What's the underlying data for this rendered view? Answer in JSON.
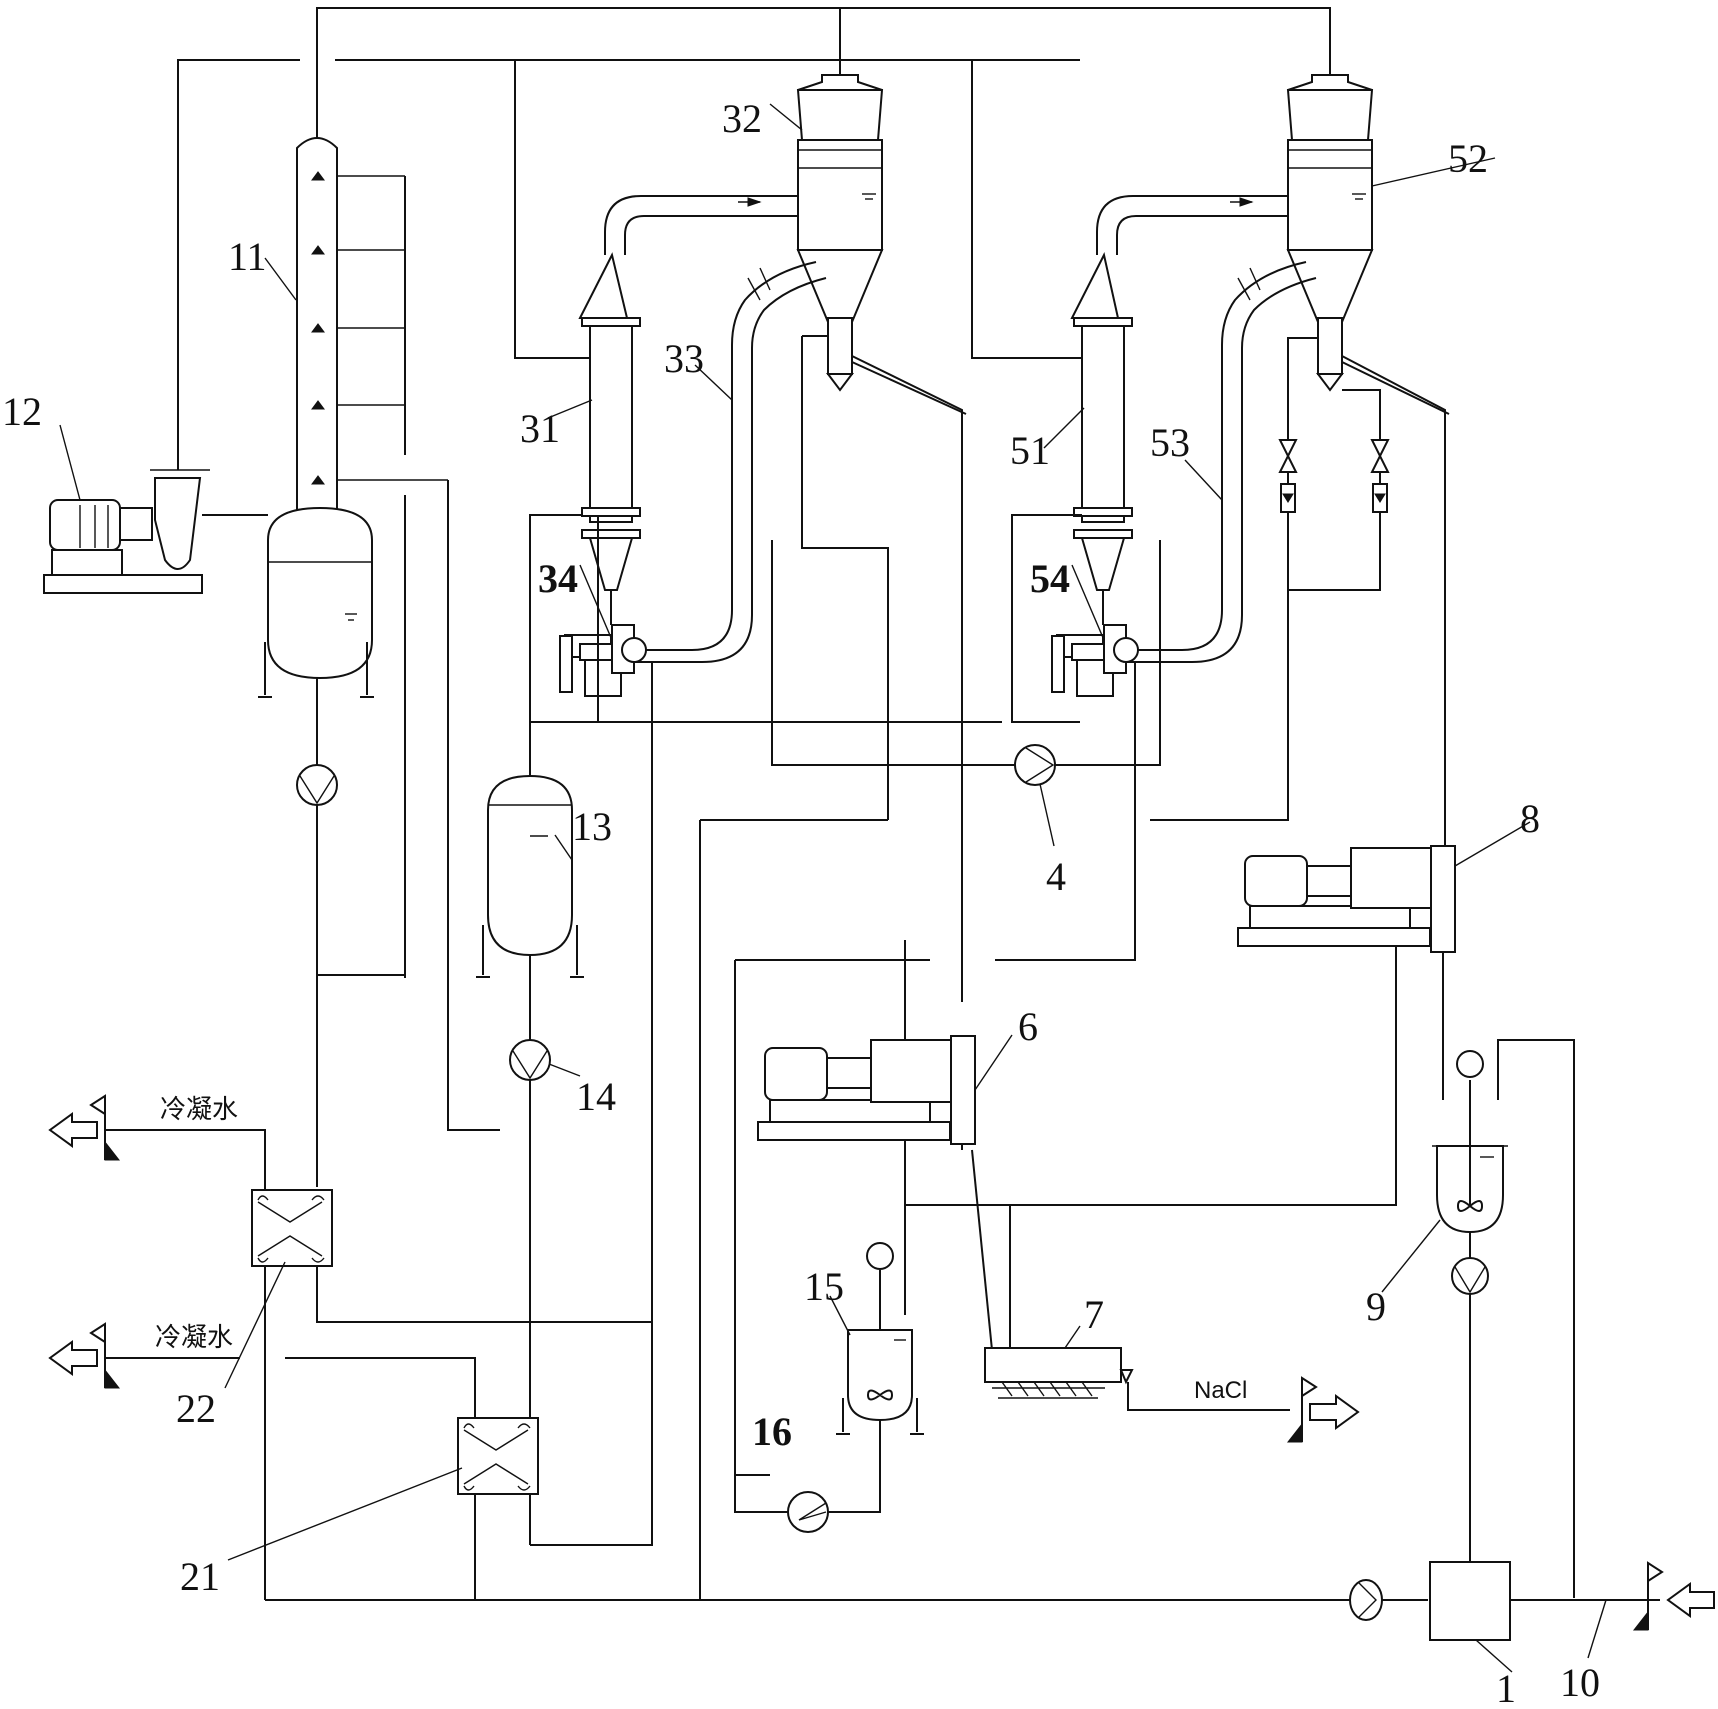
{
  "labels": {
    "l1": "1",
    "l4": "4",
    "l6": "6",
    "l7": "7",
    "l8": "8",
    "l9": "9",
    "l10": "10",
    "l11": "11",
    "l12": "12",
    "l13": "13",
    "l14": "14",
    "l15": "15",
    "l16": "16",
    "l21": "21",
    "l22": "22",
    "l31": "31",
    "l32": "32",
    "l33": "33",
    "l34": "34",
    "l51": "51",
    "l52": "52",
    "l53": "53",
    "l54": "54"
  },
  "streams": {
    "condensate_water": "冷凝水",
    "salt_product": "NaCl"
  }
}
